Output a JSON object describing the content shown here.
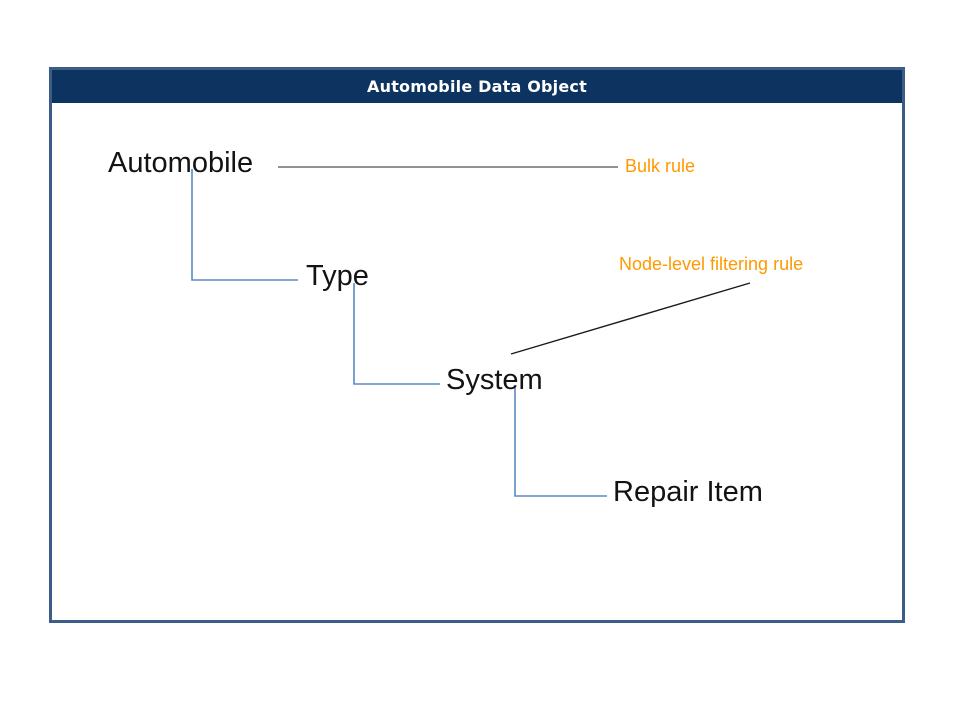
{
  "window": {
    "title": "Automobile Data Object",
    "title_bar_color": "#0d3460",
    "border_color": "#3b5d87",
    "background_color": "#ffffff"
  },
  "diagram": {
    "type": "hierarchy-tree",
    "connector_color": "#5b8bc0",
    "node_text_color": "#131313",
    "annotation_color": "#FF9900",
    "nodes": [
      {
        "id": "automobile",
        "label": "Automobile",
        "level": 0
      },
      {
        "id": "type",
        "label": "Type",
        "level": 1
      },
      {
        "id": "system",
        "label": "System",
        "level": 2
      },
      {
        "id": "repair-item",
        "label": "Repair Item",
        "level": 3
      }
    ],
    "annotations": [
      {
        "id": "bulk-rule",
        "label": "Bulk rule",
        "target": "automobile",
        "leader": "horizontal",
        "leader_color": "#777777"
      },
      {
        "id": "node-filtering",
        "label": "Node-level filtering rule",
        "target": "system",
        "leader": "diagonal",
        "leader_color": "#1a1a1a"
      }
    ]
  }
}
